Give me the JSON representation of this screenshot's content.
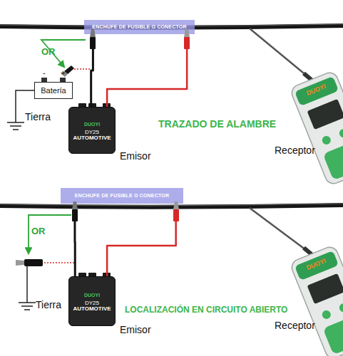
{
  "diagram": {
    "nodes": [
      {
        "text": [
          "ENCHUFE DE FUSIBLE O CONECTOR"
        ]
      },
      {
        "text": [
          "Batería"
        ]
      },
      {
        "text": [
          "DUOYI",
          "DY25",
          "AUTOMOTIVE"
        ]
      },
      {
        "text": [
          "DUOYI"
        ]
      },
      {
        "text": [
          "ENCHUFE DE FUSIBLE O CONECTOR"
        ]
      },
      {
        "text": [
          "DUOYI",
          "DY25",
          "AUTOMOTIVE"
        ]
      },
      {
        "text": [
          "DUOYI"
        ]
      }
    ],
    "edges": [
      {
        "from": 2,
        "to": 0,
        "arrow": "none"
      },
      {
        "from": 2,
        "to": 0,
        "arrow": "none"
      },
      {
        "from": 5,
        "to": 4,
        "arrow": "none"
      },
      {
        "from": 5,
        "to": 4,
        "arrow": "none"
      }
    ],
    "labels": [
      "OR",
      "Tierra",
      "Emisor",
      "TRAZADO DE ALAMBRE",
      "Receptor",
      "-",
      "+",
      "OR",
      "Tierra",
      "Emisor",
      "LOCALIZACIÓN EN CIRCUITO ABIERTO",
      "Receptor"
    ]
  }
}
